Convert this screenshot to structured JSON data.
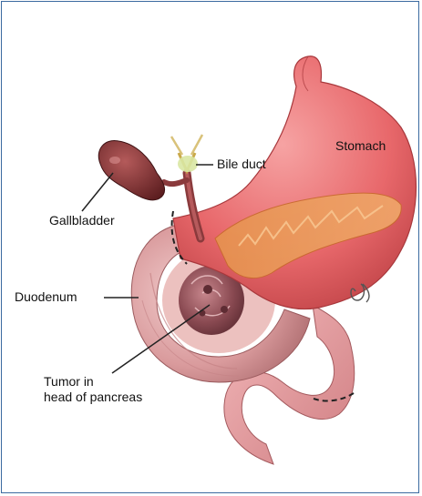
{
  "labels": {
    "stomach": "Stomach",
    "bile_duct": "Bile duct",
    "gallbladder": "Gallbladder",
    "duodenum": "Duodenum",
    "tumor_line1": "Tumor in",
    "tumor_line2": "head of pancreas"
  },
  "colors": {
    "frame_border": "#3b6aa0",
    "stomach": "#e8686b",
    "stomach_dark": "#b63a3e",
    "pancreas": "#e98a4a",
    "gallbladder": "#7a2a2c",
    "bile_duct_highlight": "#d9e7a3",
    "duodenum": "#d99a9c",
    "tumor": "#8a4a52",
    "leader_line": "#222222"
  }
}
